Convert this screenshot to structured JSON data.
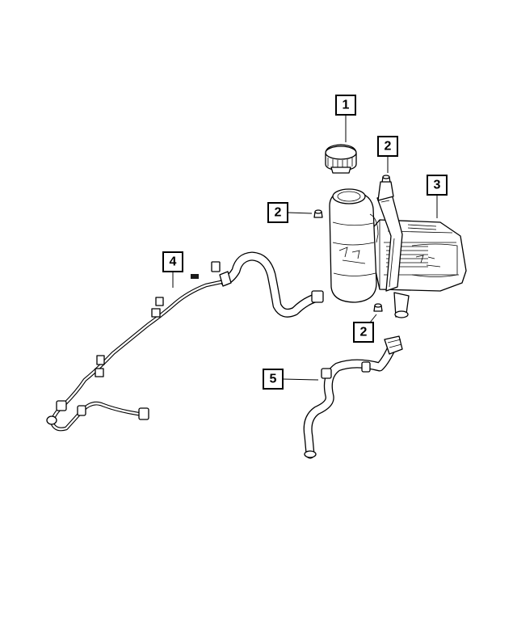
{
  "callouts": [
    {
      "id": "callout-1",
      "label": "1"
    },
    {
      "id": "callout-2a",
      "label": "2"
    },
    {
      "id": "callout-2b",
      "label": "2"
    },
    {
      "id": "callout-3",
      "label": "3"
    },
    {
      "id": "callout-2c",
      "label": "2"
    },
    {
      "id": "callout-4",
      "label": "4"
    },
    {
      "id": "callout-5",
      "label": "5"
    }
  ],
  "colors": {
    "ink": "#000000",
    "paper": "#ffffff"
  }
}
